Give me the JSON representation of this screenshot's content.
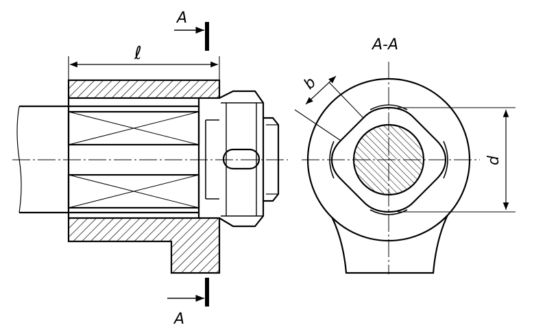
{
  "labels": {
    "section_top": "A",
    "section_bottom": "A",
    "section_view_title": "A-A",
    "length": "ℓ",
    "width": "b",
    "diameter": "d"
  },
  "colors": {
    "line": "#000000",
    "background": "#ffffff"
  }
}
